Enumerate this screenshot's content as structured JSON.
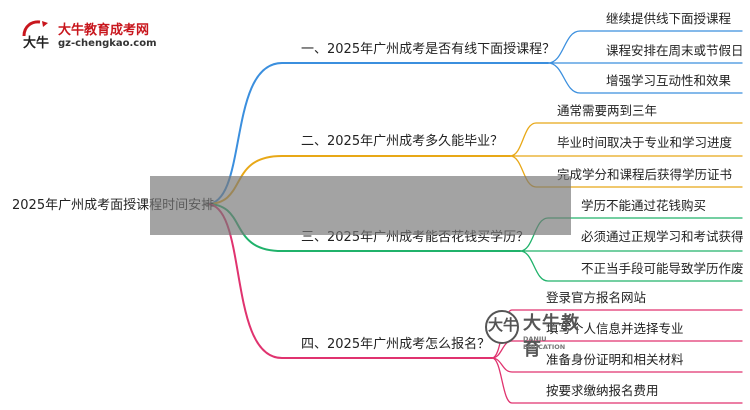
{
  "logo": {
    "name_cn": "大牛教育成考网",
    "url": "gz-chengkao.com",
    "mark_glyph": "大牛"
  },
  "watermark": {
    "name_cn": "大牛教育",
    "name_en": "DANIU EDUCATION",
    "mark_glyph": "大牛"
  },
  "mindmap": {
    "root": "2025年广州成考面授课程时间安排",
    "branches": [
      {
        "label": "一、2025年广州成考是否有线下面授课程？",
        "color": "#3b8fde",
        "leaves": [
          "继续提供线下面授课程",
          "课程安排在周末或节假日",
          "增强学习互动性和效果"
        ]
      },
      {
        "label": "二、2025年广州成考多久能毕业？",
        "color": "#e8a817",
        "leaves": [
          "通常需要两到三年",
          "毕业时间取决于专业和学习进度",
          "完成学分和课程后获得学历证书"
        ]
      },
      {
        "label": "三、2025年广州成考能否花钱买学历？",
        "color": "#20b26b",
        "leaves": [
          "学历不能通过花钱购买",
          "必须通过正规学习和考试获得",
          "不正当手段可能导致学历作废"
        ]
      },
      {
        "label": "四、2025年广州成考怎么报名？",
        "color": "#e0336f",
        "leaves": [
          "登录官方报名网站",
          "填写个人信息并选择专业",
          "准备身份证明和相关材料",
          "按要求缴纳报名费用"
        ]
      }
    ]
  }
}
